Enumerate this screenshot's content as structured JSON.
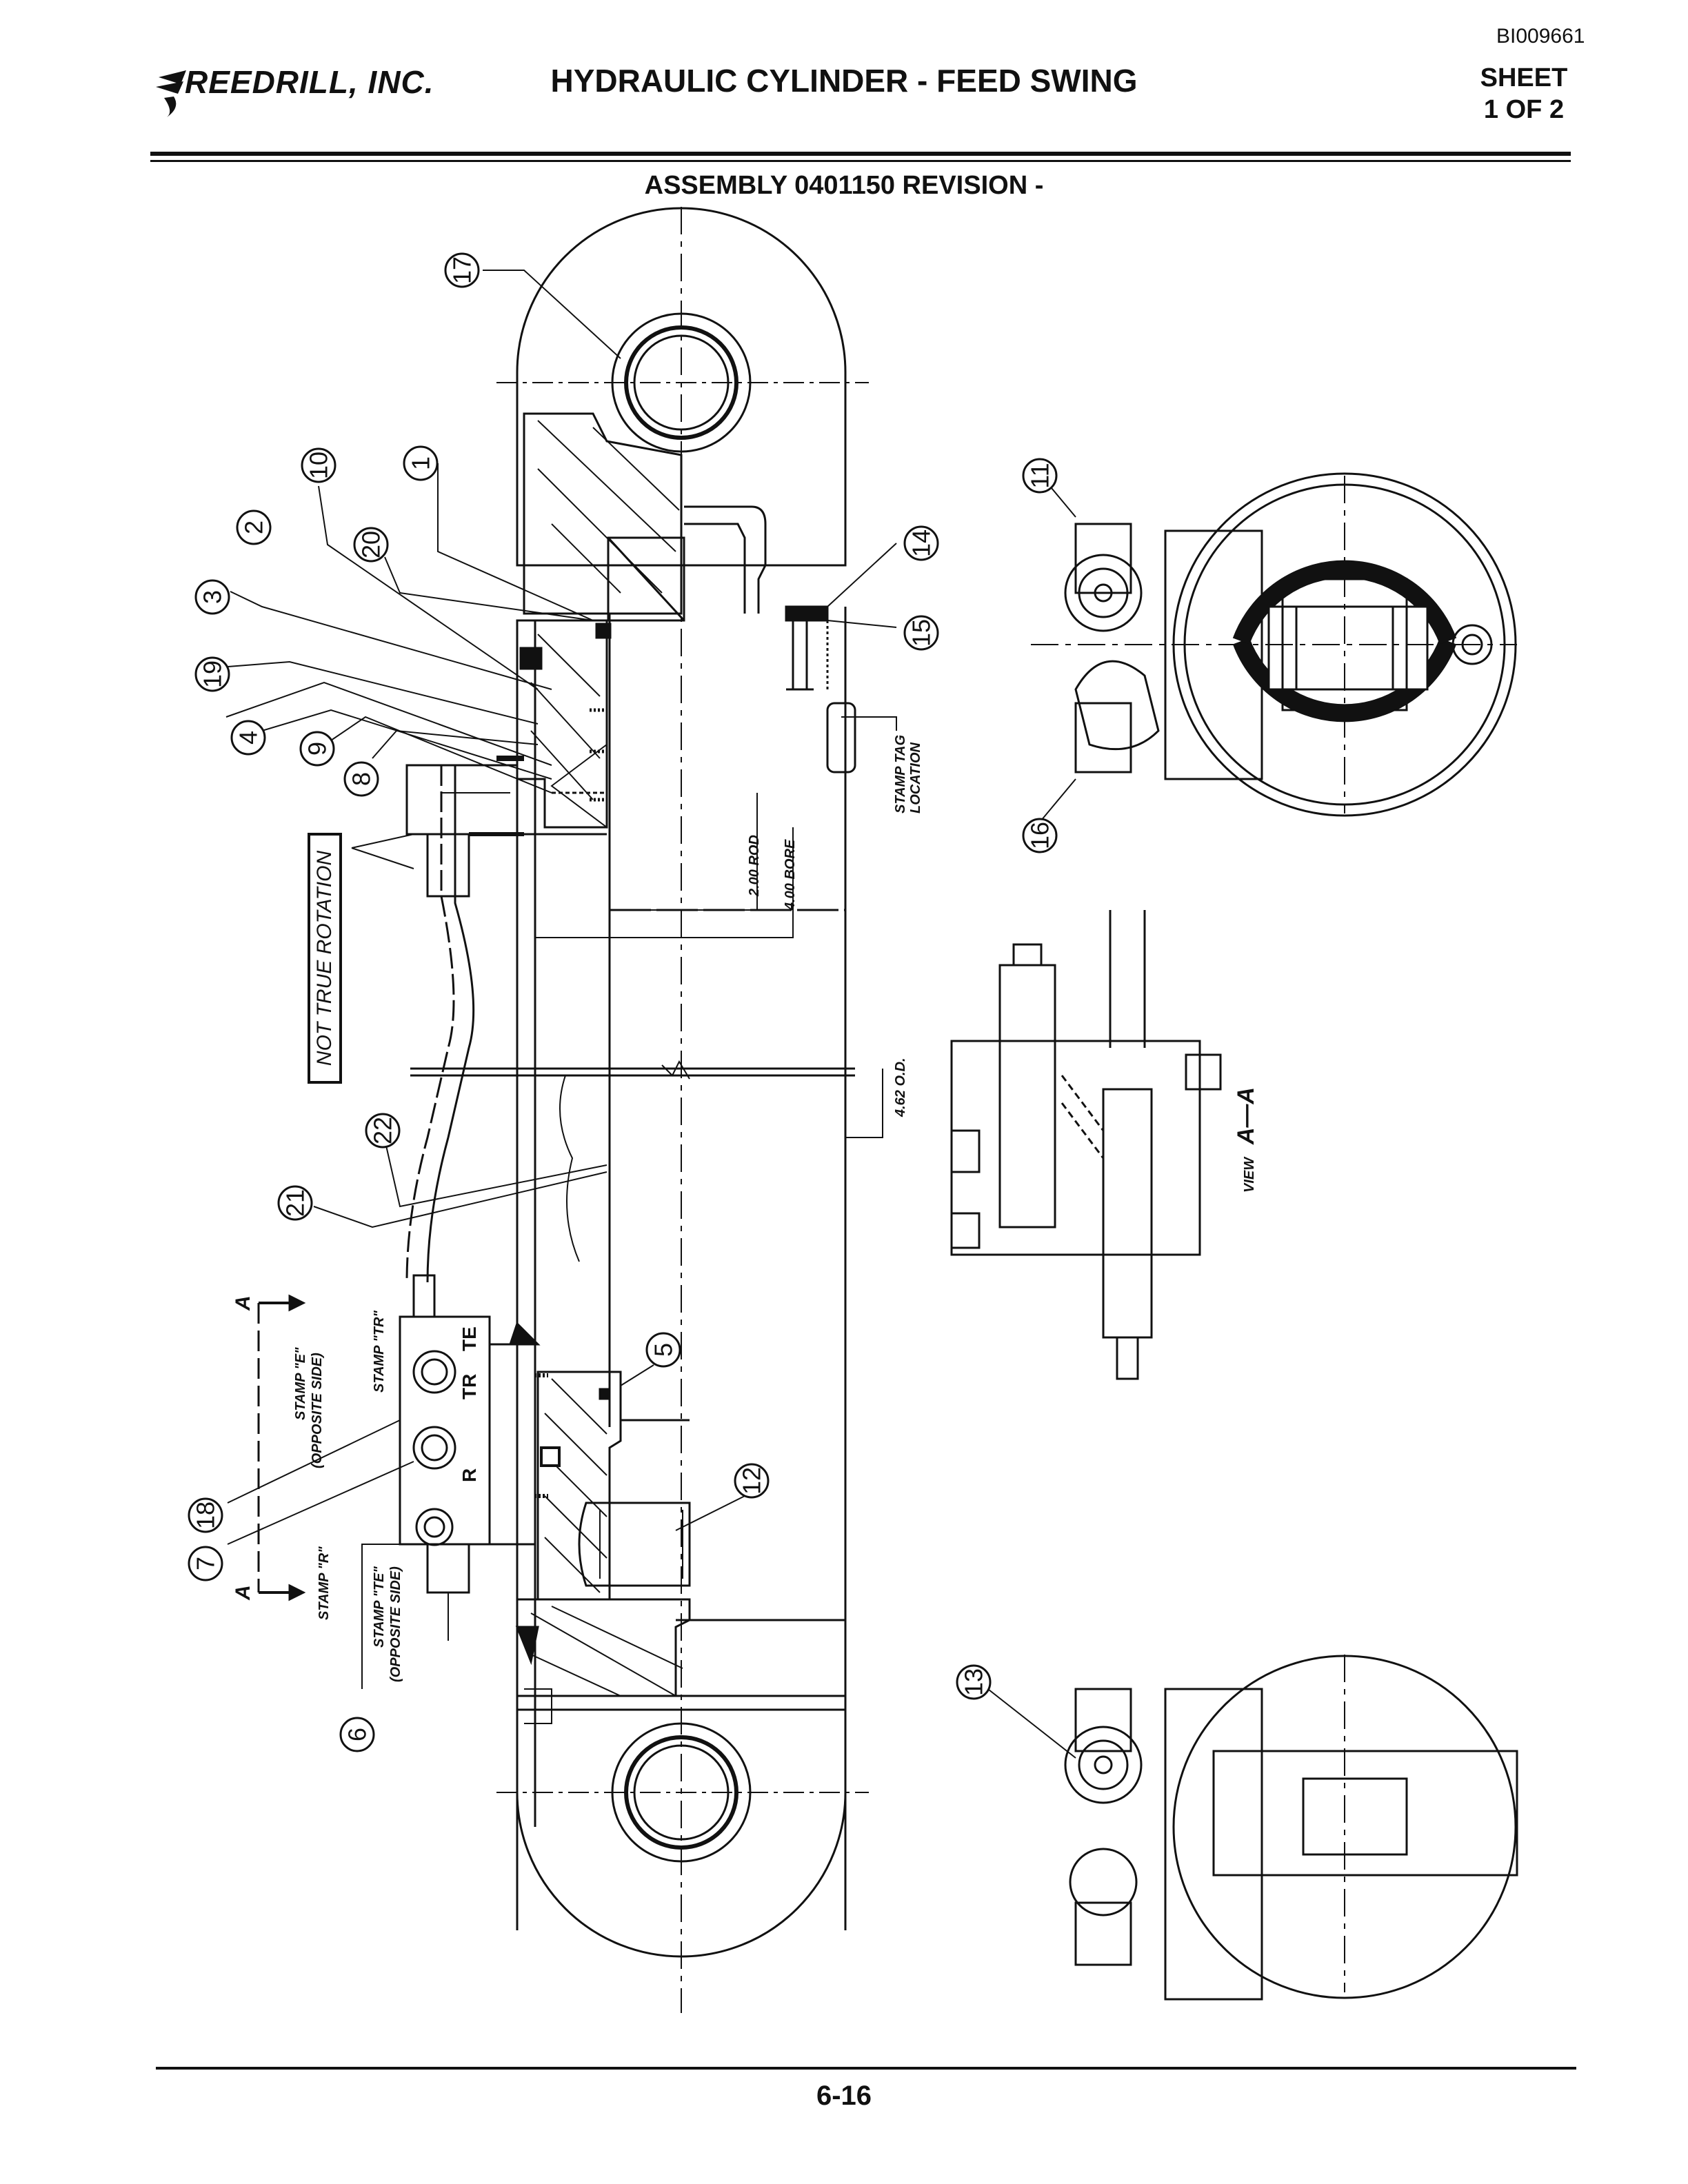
{
  "header": {
    "doc_id": "BI009661",
    "company": "REEDRILL, INC.",
    "title": "HYDRAULIC CYLINDER - FEED SWING",
    "sheet_label": "SHEET",
    "sheet_num": "1 OF 2",
    "subtitle": "ASSEMBLY 0401150 REVISION -"
  },
  "notes": {
    "not_true_rotation": "NOT TRUE ROTATION",
    "rod": "2.00 ROD",
    "bore": "4.00 BORE",
    "od": "4.62 O.D.",
    "stamp_tag": "STAMP TAG",
    "location": "LOCATION",
    "view": "VIEW",
    "view_section": "A—A",
    "stamp_e": "STAMP \"E\"",
    "opposite_side": "(OPPOSITE SIDE)",
    "stamp_tr": "STAMP \"TR\"",
    "stamp_r": "STAMP \"R\"",
    "stamp_te": "STAMP \"TE\"",
    "section_a": "A",
    "label_te": "TE",
    "label_tr": "TR",
    "label_r": "R"
  },
  "callouts": [
    "1",
    "2",
    "3",
    "4",
    "5",
    "6",
    "7",
    "8",
    "9",
    "10",
    "11",
    "12",
    "13",
    "14",
    "15",
    "16",
    "17",
    "18",
    "19",
    "20",
    "21",
    "22"
  ],
  "footer": {
    "page": "6-16"
  }
}
